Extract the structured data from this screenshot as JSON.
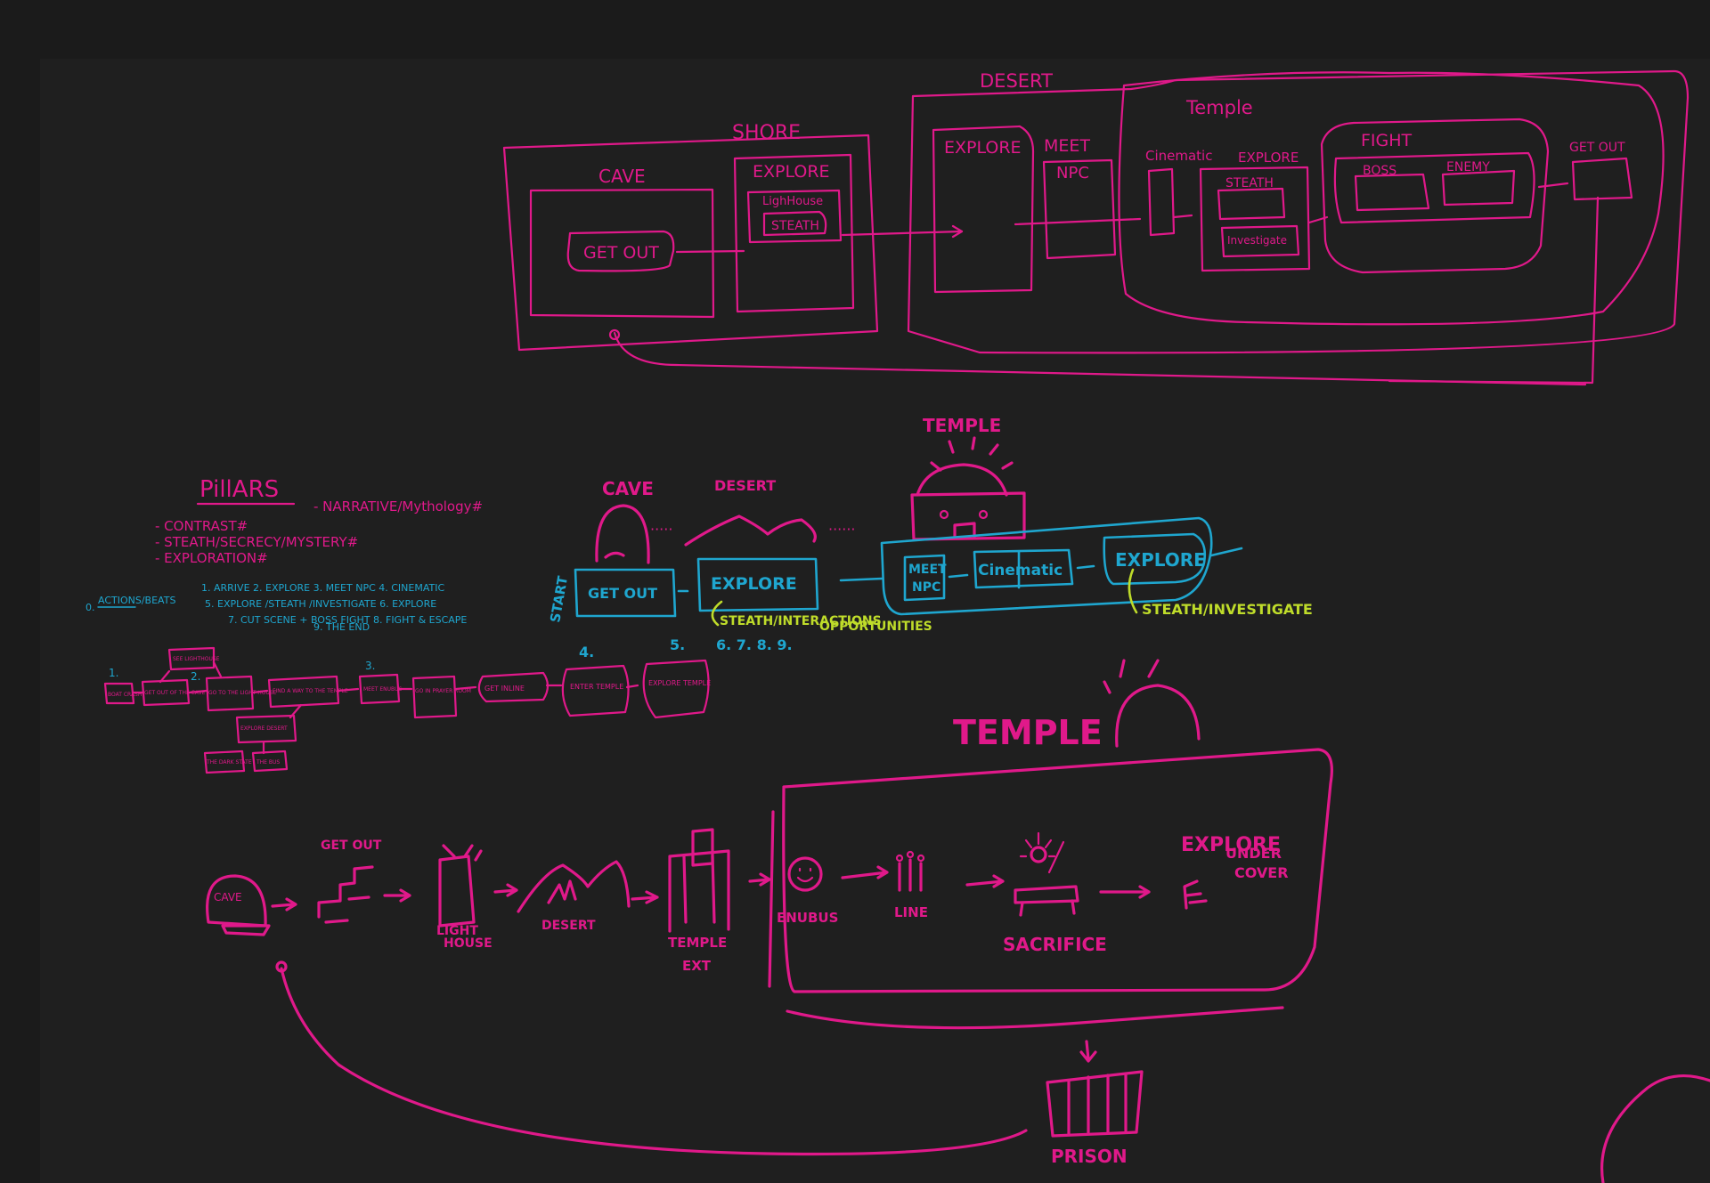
{
  "colors": {
    "background": "#1b1b1b",
    "panel": "#1f1f1f",
    "pink": "#e0198a",
    "blue": "#1fa6cf",
    "yellow": "#bfdc2a"
  },
  "top_flow": {
    "shore": "SHORE",
    "cave": "CAVE",
    "get_out": "GET OUT",
    "explore": "EXPLORE",
    "lighthouse": "LighHouse",
    "stealth": "STEATH",
    "desert": "DESERT",
    "explore_desert": "EXPLORE",
    "meet": "MEET",
    "npc": "NPC",
    "temple": "Temple",
    "cinematic": "Cinematic",
    "explore_temple": "EXPLORE",
    "stealth_temple": "STEATH",
    "investigate": "Investigate",
    "fight": "FIGHT",
    "boss": "BOSS",
    "enemy": "ENEMY",
    "getout_end": "GET OUT"
  },
  "pillars": {
    "title": "PillARS",
    "items": [
      "- CONTRAST#",
      "- STEATH/SECRECY/MYSTERY#",
      "- EXPLORATION#"
    ],
    "narrative": "- NARRATIVE/Mythology#"
  },
  "actions": {
    "label": "ACTIONS/BEATS",
    "bullet": "0.",
    "lines": [
      "1. ARRIVE    2. EXPLORE    3. MEET NPC    4. CINEMATIC",
      "5. EXPLORE /STEATH /INVESTIGATE    6. EXPLORE",
      "7. CUT SCENE + BOSS FIGHT    8. FIGHT & ESCAPE",
      "9. THE END"
    ]
  },
  "mid_flow": {
    "temple": "TEMPLE",
    "cave": "CAVE",
    "desert": "DESERT",
    "start": "START",
    "get_out": "GET OUT",
    "explore": "EXPLORE",
    "meet_npc_1": "MEET",
    "meet_npc_2": "NPC",
    "cinematic": "Cinematic",
    "explore_temple": "EXPLORE",
    "stealth_interactions_1": "STEATH/INTERACTIONS",
    "stealth_interactions_2": "OPPORTUNITIES",
    "stealth_investigate": "STEATH/INVESTIGATE",
    "num_4": "4.",
    "num_5": "5.",
    "num_6789": "6. 7. 8. 9."
  },
  "small_flow": {
    "num_1": "1.",
    "num_2": "2.",
    "num_3": "3.",
    "boxes": [
      "BOAT CRASH",
      "GET OUT OF THE CAVE",
      "GO TO THE LIGHT HOUSE",
      "FIND A WAY TO THE TEMPLE",
      "MEET ENUBUS",
      "GO IN PRAYER ROOM",
      "GET INLINE",
      "ENTER TEMPLE",
      "EXPLORE TEMPLE"
    ],
    "see_lighthouse": "SEE LIGHTHOUSE",
    "explore_desert": "EXPLORE DESERT",
    "branch_a": "THE DARK STATE",
    "branch_b": "THE BUS"
  },
  "bottom_flow": {
    "temple": "TEMPLE",
    "cave": "CAVE",
    "get_out": "GET OUT",
    "lighthouse_1": "LIGHT",
    "lighthouse_2": "HOUSE",
    "desert": "DESERT",
    "temple_ext_1": "TEMPLE",
    "temple_ext_2": "EXT",
    "enubus": "ENUBUS",
    "line": "LINE",
    "sacrifice": "SACRIFICE",
    "explore": "EXPLORE",
    "under_1": "UNDER",
    "under_2": "COVER",
    "prison": "PRISON"
  }
}
